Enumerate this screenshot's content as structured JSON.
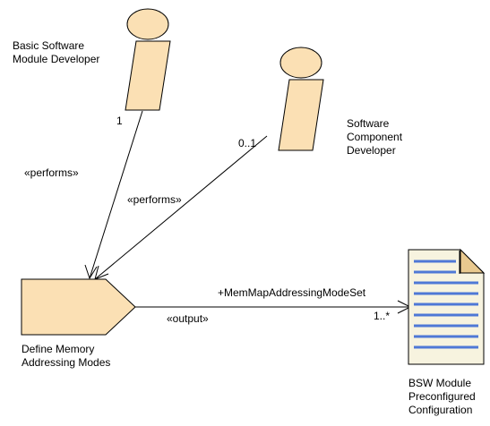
{
  "colors": {
    "shape_fill": "#fbe0b4",
    "shape_stroke": "#000000",
    "doc_fill": "#f7f3df",
    "doc_fold": "#e9c98f",
    "doc_lines": "#4f78d6",
    "text": "#000000"
  },
  "roles": {
    "bsw_developer": {
      "name": "Basic Software\nModule Developer",
      "multiplicity": "1",
      "stereotype": "«performs»"
    },
    "swc_developer": {
      "name": "Software\nComponent\nDeveloper",
      "multiplicity": "0..1",
      "stereotype": "«performs»"
    }
  },
  "task": {
    "name": "Define Memory\nAddressing Modes"
  },
  "artifact": {
    "name": "BSW Module\nPreconfigured\nConfiguration",
    "icon": "document-icon"
  },
  "output_association": {
    "stereotype": "«output»",
    "role": "+MemMapAddressingModeSet",
    "multiplicity": "1..*"
  }
}
